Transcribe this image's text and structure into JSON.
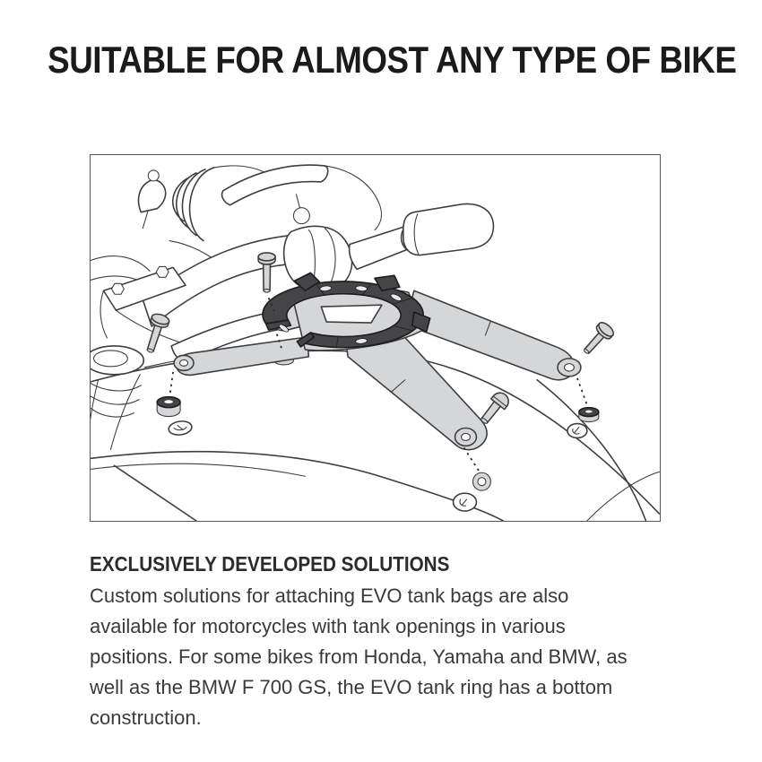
{
  "page": {
    "background": "#ffffff"
  },
  "heading": {
    "text": "SUITABLE FOR ALMOST ANY TYPE OF BIKE",
    "color": "#1b1b1b"
  },
  "figure": {
    "label": "evo-tank-ring-mounting-diagram",
    "border_color": "#55565a",
    "palette": {
      "outline": "#3f3f41",
      "light_gray": "#d4d6d7",
      "dark_gray": "#454547",
      "white": "#ffffff"
    }
  },
  "section": {
    "subheading": "EXCLUSIVELY DEVELOPED SOLUTIONS",
    "body_lines": [
      "Custom solutions for attaching EVO tank bags are also",
      "available for motorcycles with tank openings in various",
      "positions. For some bikes from Honda, Yamaha and BMW, as",
      "well as the BMW F 700 GS, the EVO tank ring has a bottom",
      "construction."
    ]
  }
}
